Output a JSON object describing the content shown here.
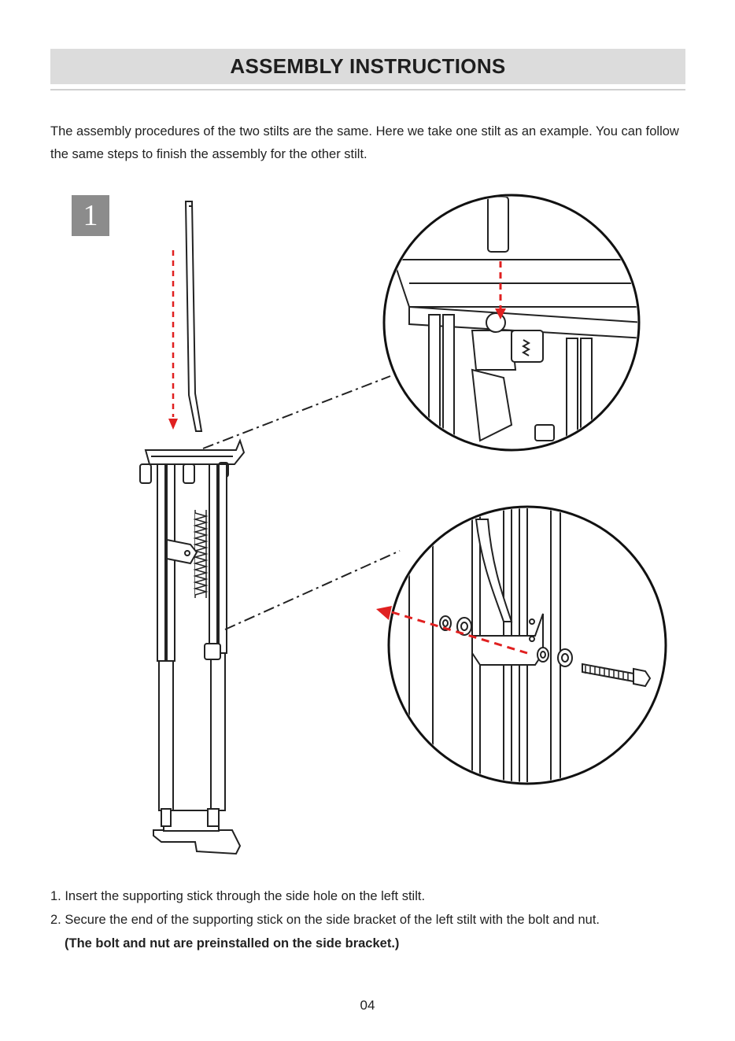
{
  "header": {
    "title": "ASSEMBLY INSTRUCTIONS"
  },
  "intro": "The assembly procedures of the two stilts are the same. Here we take one stilt as an example. You can follow the same steps to finish the assembly for the other stilt.",
  "step": {
    "number": "1"
  },
  "instructions": [
    "1. Insert the supporting stick through the side hole on the left stilt.",
    "2. Secure the end of the supporting stick on the side bracket of the left stilt with the bolt and nut."
  ],
  "note": "(The bolt and nut are preinstalled on the side bracket.)",
  "footer": {
    "page_number": "04"
  },
  "colors": {
    "accent_arrow": "#e02020",
    "title_bg": "#dcdcdc",
    "badge_bg": "#8c8c8c"
  },
  "icons": [
    "stilt-illustration",
    "supporting-stick",
    "detail-circle-top",
    "detail-circle-bottom",
    "bolt-icon",
    "washer-icon",
    "insert-arrow"
  ]
}
